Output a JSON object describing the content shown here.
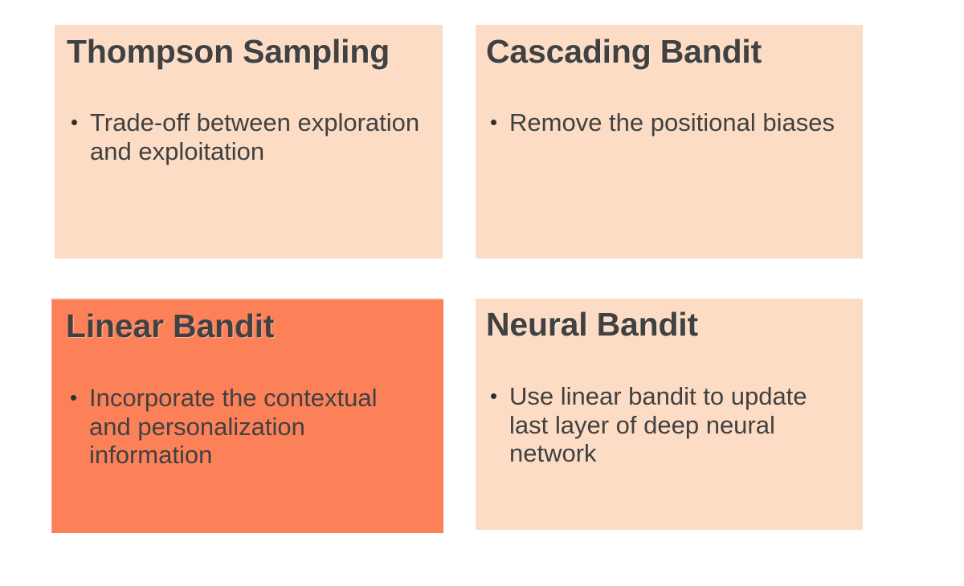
{
  "slide": {
    "background_color": "#ffffff",
    "title_color": "#414141",
    "body_color": "#414141",
    "cards": [
      {
        "id": "thompson-sampling",
        "title": "Thompson Sampling",
        "highlighted": false,
        "background_color": "#fcdcc4",
        "bullets": [
          "Trade-off between exploration and exploitation"
        ]
      },
      {
        "id": "cascading-bandit",
        "title": "Cascading Bandit",
        "highlighted": false,
        "background_color": "#fcdcc4",
        "bullets": [
          "Remove the positional biases"
        ]
      },
      {
        "id": "linear-bandit",
        "title": "Linear Bandit",
        "highlighted": true,
        "background_color": "#fc8159",
        "bullets": [
          "Incorporate the contextual and personalization information"
        ]
      },
      {
        "id": "neural-bandit",
        "title": "Neural Bandit",
        "highlighted": false,
        "background_color": "#fcdcc4",
        "bullets": [
          "Use linear bandit to update last layer of deep neural network"
        ]
      }
    ]
  }
}
